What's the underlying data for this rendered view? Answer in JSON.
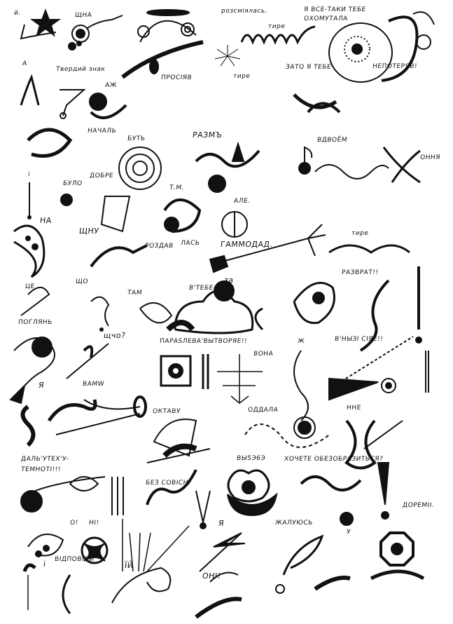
{
  "artwork": {
    "ink_color": "#111111",
    "paper_color": "#ffffff",
    "words": [
      {
        "id": "w1",
        "text": "й."
      },
      {
        "id": "w2",
        "text": "ЩНА"
      },
      {
        "id": "w3",
        "text": "розсміялась."
      },
      {
        "id": "w4",
        "text": "тире"
      },
      {
        "id": "w5",
        "text": "Я ВСЕ-ТАКИ ТЕБЕ"
      },
      {
        "id": "w6",
        "text": "ОХОМУТАЛА"
      },
      {
        "id": "w7",
        "text": "А"
      },
      {
        "id": "w8",
        "text": "Твердий знак"
      },
      {
        "id": "w9",
        "text": "АЖ"
      },
      {
        "id": "w10",
        "text": "ПРОСІЯВ"
      },
      {
        "id": "w11",
        "text": "тире"
      },
      {
        "id": "w12",
        "text": "ЗАТО Я ТЕБЕ"
      },
      {
        "id": "w13",
        "text": "НЕПОТЕРЯВ!"
      },
      {
        "id": "w14",
        "text": "НАЧАЛЬ"
      },
      {
        "id": "w15",
        "text": "БУТЬ"
      },
      {
        "id": "w16",
        "text": "РАЗМЪ"
      },
      {
        "id": "w17",
        "text": "ВДВОЁМ"
      },
      {
        "id": "w18",
        "text": "ОННЯ"
      },
      {
        "id": "w19",
        "text": "БУЛО"
      },
      {
        "id": "w20",
        "text": "ДОБРЕ"
      },
      {
        "id": "w21",
        "text": "і"
      },
      {
        "id": "w22",
        "text": "Т.М."
      },
      {
        "id": "w23",
        "text": "НА"
      },
      {
        "id": "w24",
        "text": "АЛЕ."
      },
      {
        "id": "w25",
        "text": "ЩНУ"
      },
      {
        "id": "w26",
        "text": "РОЗДАВ"
      },
      {
        "id": "w27",
        "text": "ЛАСЬ"
      },
      {
        "id": "w28",
        "text": "ГАММОДАД."
      },
      {
        "id": "w29",
        "text": "тире"
      },
      {
        "id": "w30",
        "text": "РАЗВРАТ!!"
      },
      {
        "id": "w31",
        "text": "ЦЕ"
      },
      {
        "id": "w32",
        "text": "ЩО"
      },
      {
        "id": "w33",
        "text": "ТАМ"
      },
      {
        "id": "w34",
        "text": "В'ТЕБЕ"
      },
      {
        "id": "w35",
        "text": "за"
      },
      {
        "id": "w36",
        "text": "ПОГЛЯНЬ"
      },
      {
        "id": "w37",
        "text": "щчо?"
      },
      {
        "id": "w38",
        "text": "ПАРАЅЛЕВА'ВЫТВОРЯЕ!!"
      },
      {
        "id": "w39",
        "text": "Ж"
      },
      {
        "id": "w40",
        "text": "В'НЫЗІ СІЯЕ!!"
      },
      {
        "id": "w41",
        "text": "ВОНА"
      },
      {
        "id": "w42",
        "text": "Я"
      },
      {
        "id": "w43",
        "text": "BAMW"
      },
      {
        "id": "w44",
        "text": "ОКТАВУ"
      },
      {
        "id": "w45",
        "text": "ОДДАЛА"
      },
      {
        "id": "w46",
        "text": "ННЕ"
      },
      {
        "id": "w47",
        "text": "ВЫ5Э6Э"
      },
      {
        "id": "w48",
        "text": "ХОЧЕТЕ ОБЕЗОБРАЗИТЬСЯ?"
      },
      {
        "id": "w49",
        "text": "ДАЛЬ'УТЕХ'У-"
      },
      {
        "id": "w50",
        "text": "ТЕМНОТІ!!!"
      },
      {
        "id": "w51",
        "text": "БЕЗ СОВІСНІ"
      },
      {
        "id": "w52",
        "text": "ДОРЕМІІ."
      },
      {
        "id": "w53",
        "text": "О!"
      },
      {
        "id": "w54",
        "text": "НІ!"
      },
      {
        "id": "w55",
        "text": "Я"
      },
      {
        "id": "w56",
        "text": "ЖАЛУЮСЬ"
      },
      {
        "id": "w57",
        "text": "У"
      },
      {
        "id": "w58",
        "text": "і"
      },
      {
        "id": "w59",
        "text": "ВІДПОВІЛИ"
      },
      {
        "id": "w60",
        "text": "ЇЙ"
      },
      {
        "id": "w61",
        "text": "ОНІ!"
      }
    ]
  }
}
